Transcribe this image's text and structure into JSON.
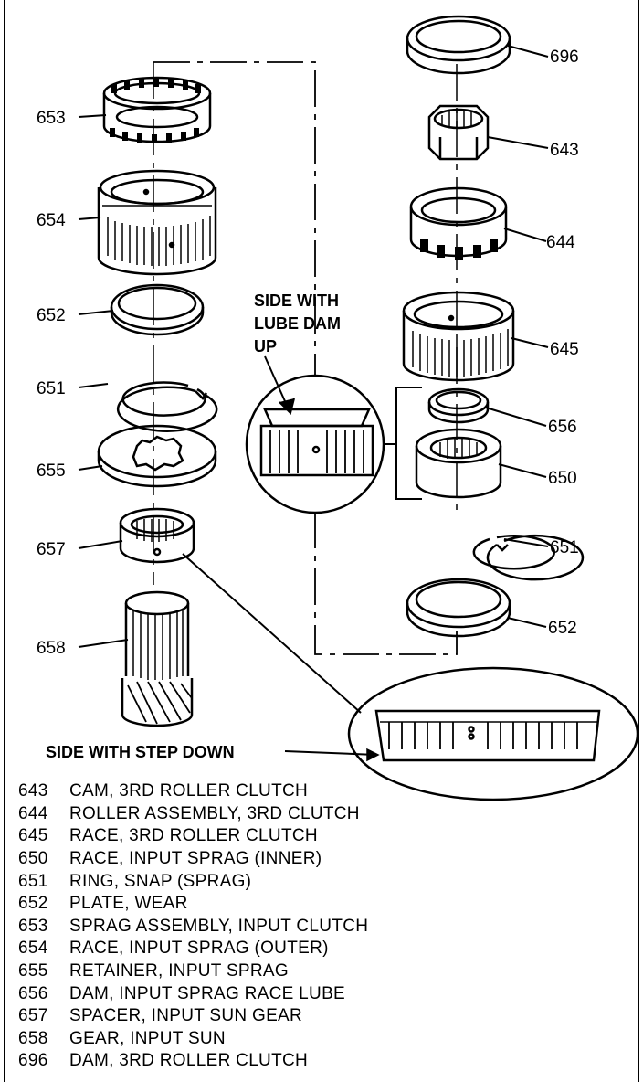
{
  "labels": {
    "l653": "653",
    "l654": "654",
    "l652a": "652",
    "l651a": "651",
    "l655": "655",
    "l657": "657",
    "l658": "658",
    "l696": "696",
    "l643": "643",
    "l644": "644",
    "l645": "645",
    "l656": "656",
    "l650": "650",
    "l651b": "651",
    "l652b": "652"
  },
  "callouts": {
    "lube_line1": "SIDE WITH",
    "lube_line2": "LUBE DAM",
    "lube_line3": "UP",
    "step_down": "SIDE WITH STEP DOWN"
  },
  "legend": [
    {
      "num": "643",
      "desc": "CAM, 3RD ROLLER CLUTCH"
    },
    {
      "num": "644",
      "desc": "ROLLER ASSEMBLY, 3RD CLUTCH"
    },
    {
      "num": "645",
      "desc": "RACE, 3RD ROLLER CLUTCH"
    },
    {
      "num": "650",
      "desc": "RACE, INPUT SPRAG (INNER)"
    },
    {
      "num": "651",
      "desc": "RING, SNAP (SPRAG)"
    },
    {
      "num": "652",
      "desc": "PLATE, WEAR"
    },
    {
      "num": "653",
      "desc": "SPRAG ASSEMBLY, INPUT CLUTCH"
    },
    {
      "num": "654",
      "desc": "RACE, INPUT SPRAG (OUTER)"
    },
    {
      "num": "655",
      "desc": "RETAINER, INPUT SPRAG"
    },
    {
      "num": "656",
      "desc": "DAM, INPUT SPRAG RACE LUBE"
    },
    {
      "num": "657",
      "desc": "SPACER, INPUT SUN GEAR"
    },
    {
      "num": "658",
      "desc": "GEAR, INPUT SUN"
    },
    {
      "num": "696",
      "desc": "DAM, 3RD ROLLER CLUTCH"
    }
  ]
}
